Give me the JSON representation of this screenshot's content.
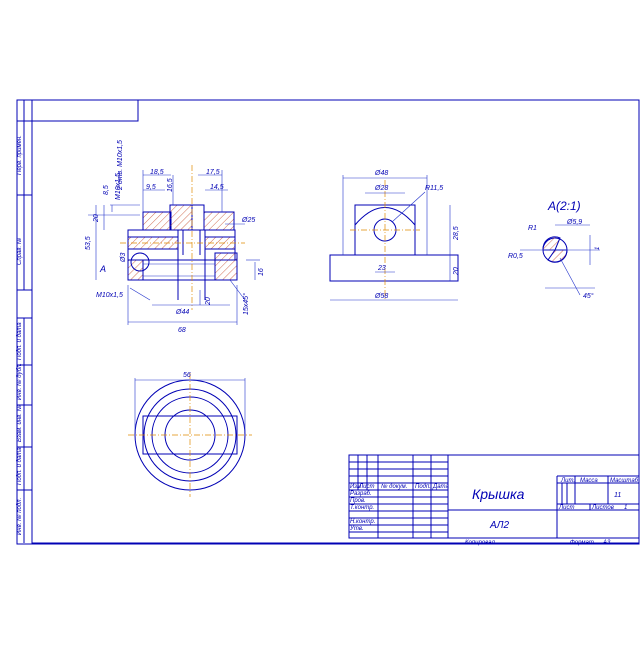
{
  "drawing": {
    "title": "Крышка",
    "material": "АЛ2",
    "mass": "11",
    "sheet_count": "1",
    "copied": "Копировал",
    "format": "Формат",
    "format_value": "А3",
    "detail_label": "А",
    "detail_view_label": "А(2:1)"
  },
  "title_block": {
    "col_headers": [
      "Изм",
      "Лист",
      "№ докум.",
      "Подп.",
      "Дата"
    ],
    "row_labels": [
      "Разраб.",
      "Пров.",
      "Т.контр.",
      "Н.контр.",
      "Утв."
    ],
    "lit_label": "Лит.",
    "mass_label": "Масса",
    "scale_label": "Масштаб",
    "sheet_label": "Лист",
    "sheets_label": "Листов"
  },
  "side_stamps": [
    "Перв. примен.",
    "Справ. №",
    "Подп. и дата",
    "Инв. № дубл.",
    "Взам. инв. №",
    "Подп. и дата",
    "Инв. № подл."
  ],
  "dimensions": {
    "front": [
      "18,5",
      "17,5",
      "9,5",
      "16,5",
      "14,5",
      "8,5",
      "20",
      "53,5",
      "Ø25",
      "Ø3",
      "16",
      "М10х1,5",
      "М10х1,5",
      "Ø44",
      "20",
      "15х45°",
      "68",
      "2 отв. М10х1,5"
    ],
    "side": [
      "Ø48",
      "Ø28",
      "R11,5",
      "28,5",
      "23",
      "20",
      "Ø58"
    ],
    "detail": [
      "R1",
      "Ø5,9",
      "R0,5",
      "1",
      "45°"
    ],
    "top": [
      "56"
    ]
  }
}
